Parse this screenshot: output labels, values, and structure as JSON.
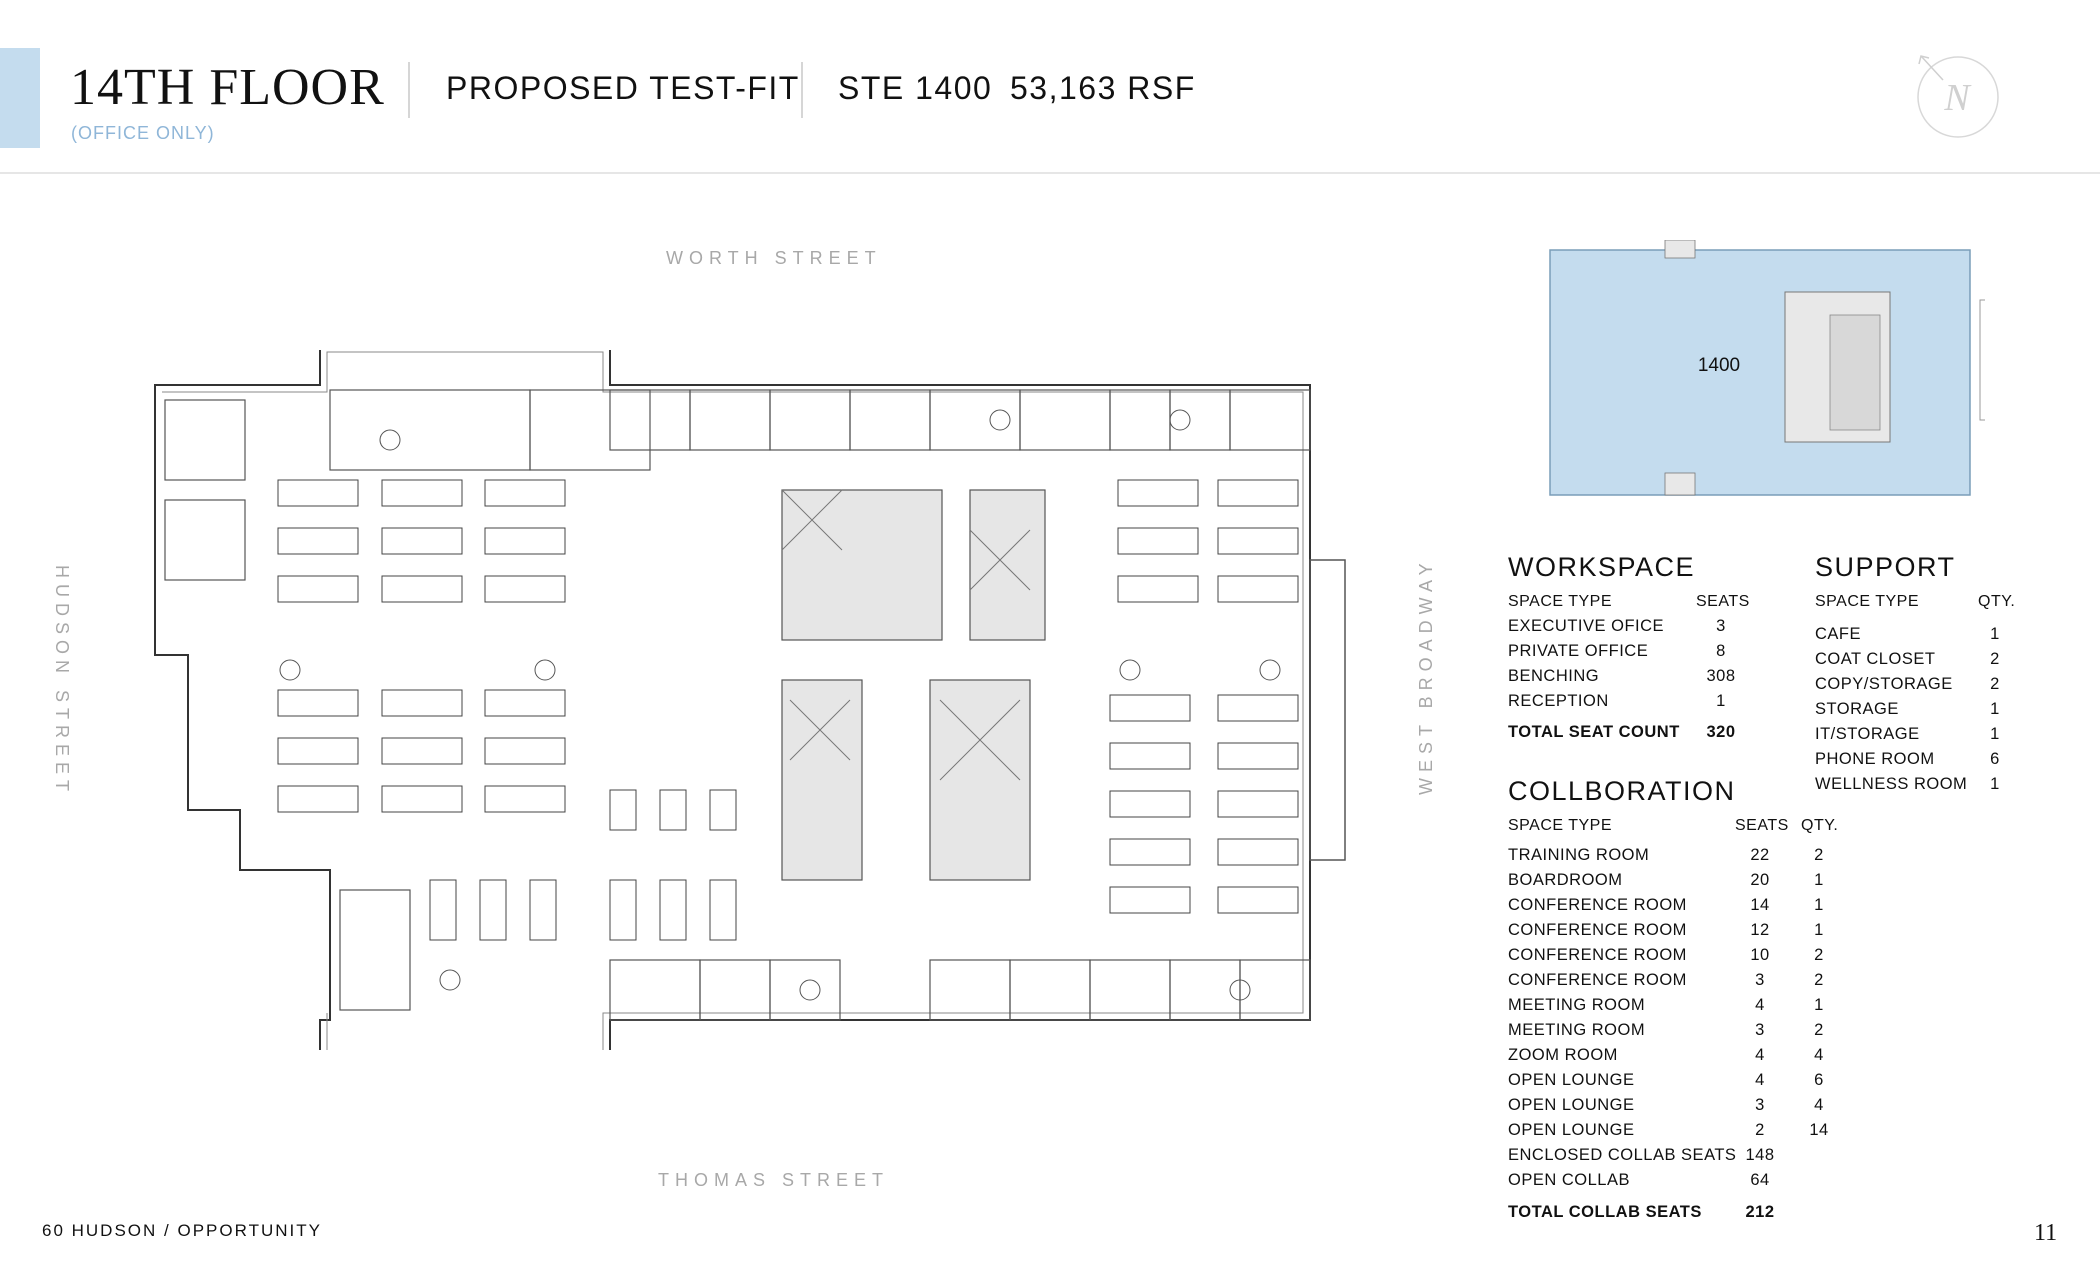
{
  "header": {
    "title": "14TH FLOOR",
    "subnote": "(OFFICE ONLY)",
    "subtitle": "PROPOSED TEST-FIT",
    "suite": "STE 1400",
    "area": "53,163 RSF",
    "logo_letter": "N"
  },
  "streets": {
    "north": "WORTH STREET",
    "south": "THOMAS STREET",
    "west": "HUDSON STREET",
    "east": "WEST BROADWAY"
  },
  "keyplan": {
    "suite_label": "1400",
    "highlight_color": "#c4dcee"
  },
  "workspace": {
    "title": "WORKSPACE",
    "col1": "SPACE TYPE",
    "col2": "SEATS",
    "rows": [
      {
        "type": "EXECUTIVE OFICE",
        "seats": "3"
      },
      {
        "type": "PRIVATE OFFICE",
        "seats": "8"
      },
      {
        "type": "BENCHING",
        "seats": "308"
      },
      {
        "type": "RECEPTION",
        "seats": "1"
      }
    ],
    "total_label": "TOTAL SEAT COUNT",
    "total_value": "320"
  },
  "support": {
    "title": "SUPPORT",
    "col1": "SPACE TYPE",
    "col2": "QTY.",
    "rows": [
      {
        "type": "CAFE",
        "qty": "1"
      },
      {
        "type": "COAT CLOSET",
        "qty": "2"
      },
      {
        "type": "COPY/STORAGE",
        "qty": "2"
      },
      {
        "type": "STORAGE",
        "qty": "1"
      },
      {
        "type": "IT/STORAGE",
        "qty": "1"
      },
      {
        "type": "PHONE ROOM",
        "qty": "6"
      },
      {
        "type": "WELLNESS ROOM",
        "qty": "1"
      }
    ]
  },
  "collab": {
    "title": "COLLBORATION",
    "col1": "SPACE TYPE",
    "col2": "SEATS",
    "col3": "QTY.",
    "rows": [
      {
        "type": "TRAINING ROOM",
        "seats": "22",
        "qty": "2"
      },
      {
        "type": "BOARDROOM",
        "seats": "20",
        "qty": "1"
      },
      {
        "type": "CONFERENCE ROOM",
        "seats": "14",
        "qty": "1"
      },
      {
        "type": "CONFERENCE ROOM",
        "seats": "12",
        "qty": "1"
      },
      {
        "type": "CONFERENCE ROOM",
        "seats": "10",
        "qty": "2"
      },
      {
        "type": "CONFERENCE ROOM",
        "seats": "3",
        "qty": "2"
      },
      {
        "type": "MEETING ROOM",
        "seats": "4",
        "qty": "1"
      },
      {
        "type": "MEETING ROOM",
        "seats": "3",
        "qty": "2"
      },
      {
        "type": "ZOOM ROOM",
        "seats": "4",
        "qty": "4"
      },
      {
        "type": "OPEN LOUNGE",
        "seats": "4",
        "qty": "6"
      },
      {
        "type": "OPEN LOUNGE",
        "seats": "3",
        "qty": "4"
      },
      {
        "type": "OPEN LOUNGE",
        "seats": "2",
        "qty": "14"
      },
      {
        "type": "ENCLOSED COLLAB SEATS",
        "seats": "148",
        "qty": ""
      },
      {
        "type": "OPEN COLLAB",
        "seats": "64",
        "qty": ""
      }
    ],
    "total_label": "TOTAL COLLAB SEATS",
    "total_value": "212"
  },
  "footer": {
    "left": "60 HUDSON / OPPORTUNITY",
    "page": "11"
  }
}
